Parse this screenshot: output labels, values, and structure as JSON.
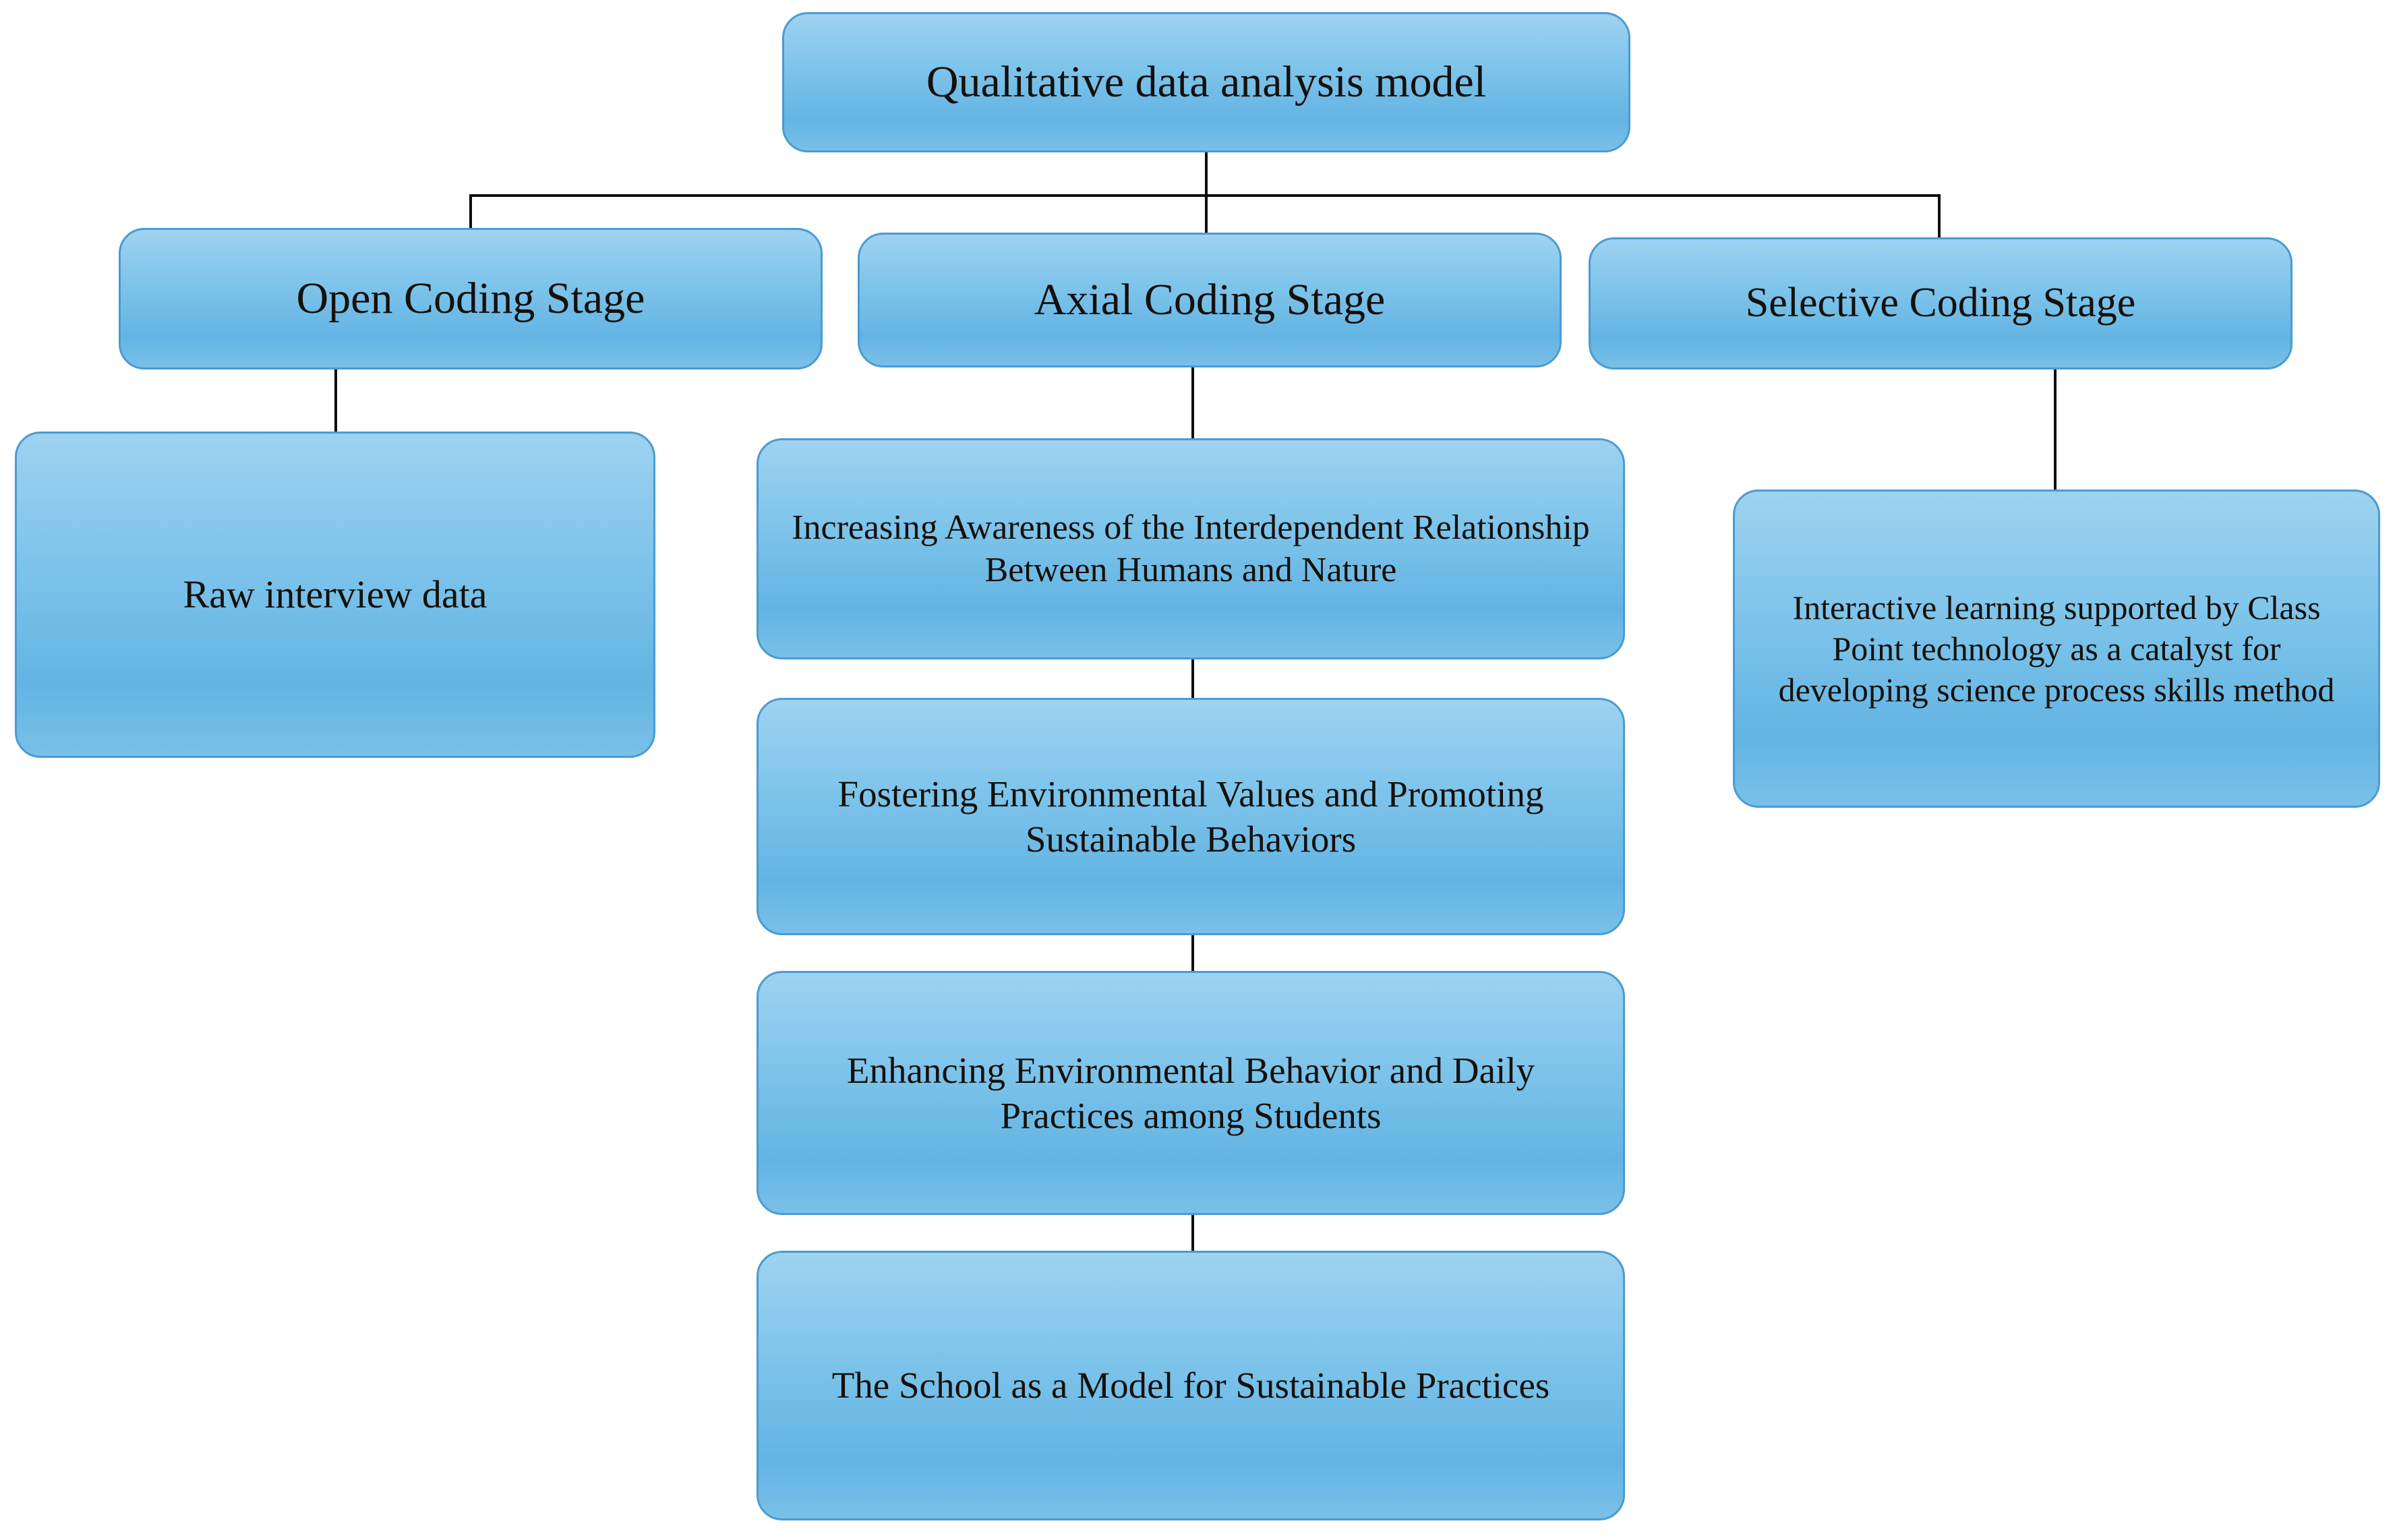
{
  "diagram": {
    "type": "flowchart",
    "title": "Qualitative data analysis model",
    "root": {
      "id": "root",
      "label": "Qualitative data analysis model"
    },
    "stages": [
      {
        "id": "open",
        "label": "Open Coding Stage"
      },
      {
        "id": "axial",
        "label": "Axial Coding Stage"
      },
      {
        "id": "selective",
        "label": "Selective Coding Stage"
      }
    ],
    "open_children": [
      {
        "id": "raw",
        "label": "Raw interview data"
      }
    ],
    "axial_children": [
      {
        "id": "axial-1",
        "label": "Increasing Awareness of the Interdependent Relationship Between Humans and Nature"
      },
      {
        "id": "axial-2",
        "label": "Fostering Environmental Values and Promoting Sustainable Behaviors"
      },
      {
        "id": "axial-3",
        "label": "Enhancing Environmental Behavior and Daily Practices among Students"
      },
      {
        "id": "axial-4",
        "label": "The School as a Model for Sustainable Practices"
      }
    ],
    "selective_children": [
      {
        "id": "selective-1",
        "label": "Interactive learning supported by Class Point technology as a catalyst for developing science process skills method"
      }
    ],
    "colors": {
      "node_fill_top": "#9ed2f0",
      "node_fill_bottom": "#63b4e3",
      "node_border": "#4a9bd1",
      "connector": "#0d0d0d",
      "text": "#15100c",
      "background": "#ffffff"
    }
  }
}
